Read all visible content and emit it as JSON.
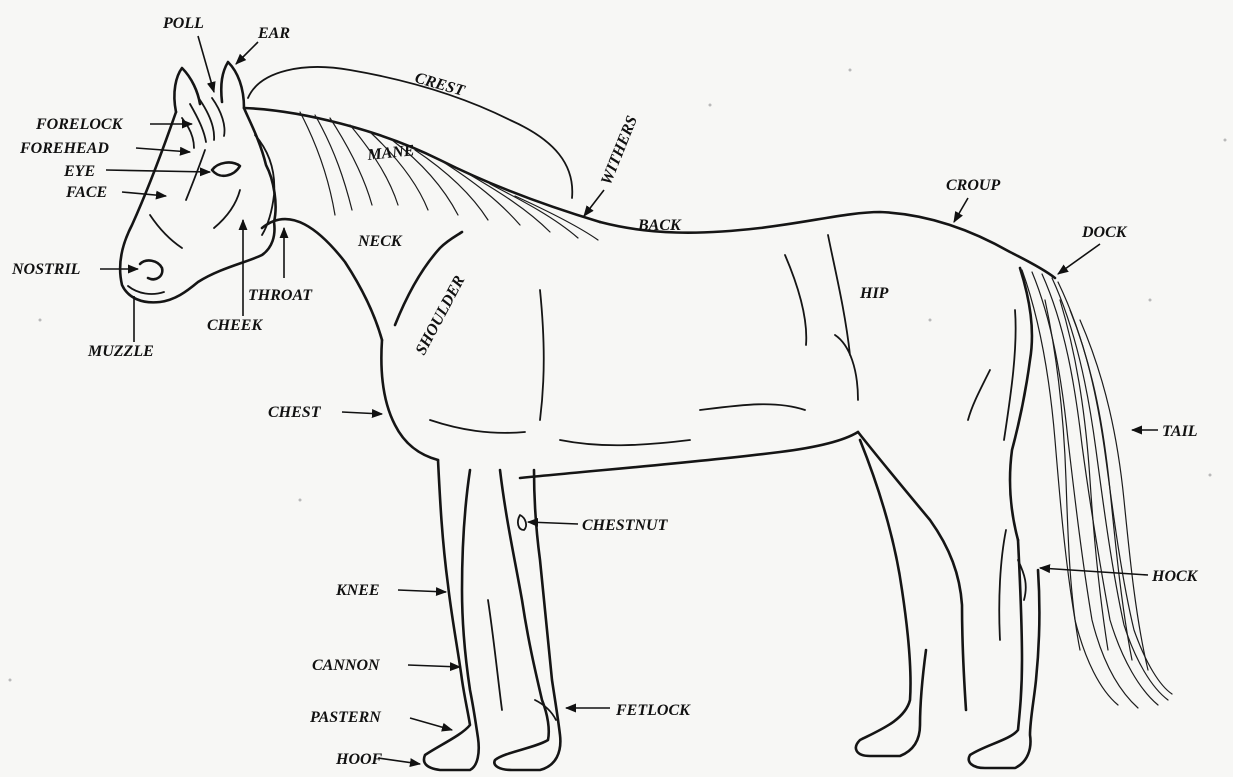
{
  "labels": {
    "poll": "POLL",
    "ear": "EAR",
    "crest": "CREST",
    "forelock": "FORELOCK",
    "forehead": "FOREHEAD",
    "eye": "EYE",
    "face": "FACE",
    "mane": "MANE",
    "withers": "WITHERS",
    "croup": "CROUP",
    "back": "BACK",
    "dock": "DOCK",
    "nostril": "NOSTRIL",
    "neck": "NECK",
    "throat": "THROAT",
    "cheek": "CHEEK",
    "muzzle": "MUZZLE",
    "shoulder": "SHOULDER",
    "hip": "HIP",
    "chest": "CHEST",
    "tail": "TAIL",
    "chestnut": "CHESTNUT",
    "knee": "KNEE",
    "hock": "HOCK",
    "cannon": "CANNON",
    "pastern": "PASTERN",
    "fetlock": "FETLOCK",
    "hoof": "HOOF"
  }
}
